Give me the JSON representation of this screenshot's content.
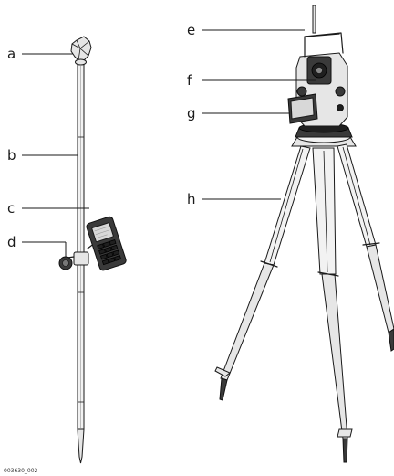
{
  "callouts": {
    "a": "a",
    "b": "b",
    "c": "c",
    "d": "d",
    "e": "e",
    "f": "f",
    "g": "g",
    "h": "h"
  },
  "figure_id": "003630_002",
  "colors": {
    "ink": "#1a1a1a",
    "metal": "#e6e6e6",
    "dark_component": "#3a3a3a"
  }
}
